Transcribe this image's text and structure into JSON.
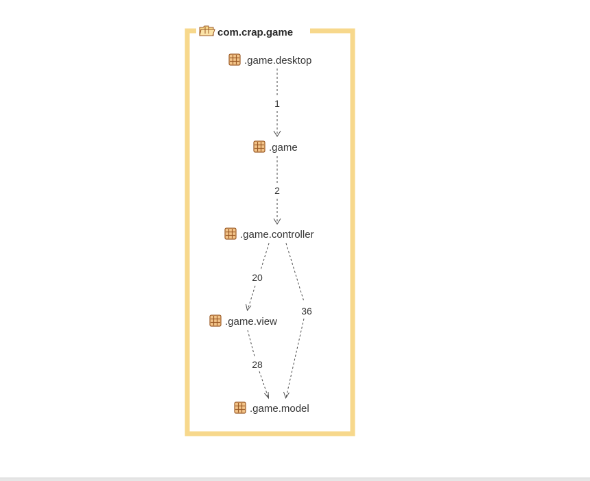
{
  "package": {
    "title": "com.crap.game",
    "frame_color": "#f7d88c",
    "icon": "open-folder-package-icon"
  },
  "nodes": [
    {
      "id": "desktop",
      "label": ".game.desktop",
      "icon": "package-icon"
    },
    {
      "id": "game",
      "label": ".game",
      "icon": "package-icon"
    },
    {
      "id": "controller",
      "label": ".game.controller",
      "icon": "package-icon"
    },
    {
      "id": "view",
      "label": ".game.view",
      "icon": "package-icon"
    },
    {
      "id": "model",
      "label": ".game.model",
      "icon": "package-icon"
    }
  ],
  "edges": [
    {
      "from": "desktop",
      "to": "game",
      "label": "1"
    },
    {
      "from": "game",
      "to": "controller",
      "label": "2"
    },
    {
      "from": "controller",
      "to": "view",
      "label": "20"
    },
    {
      "from": "controller",
      "to": "model",
      "label": "36"
    },
    {
      "from": "view",
      "to": "model",
      "label": "28"
    }
  ],
  "colors": {
    "package_icon_fill": "#f3c58a",
    "package_icon_stroke": "#9b5a26",
    "edge": "#4a4a4a"
  }
}
